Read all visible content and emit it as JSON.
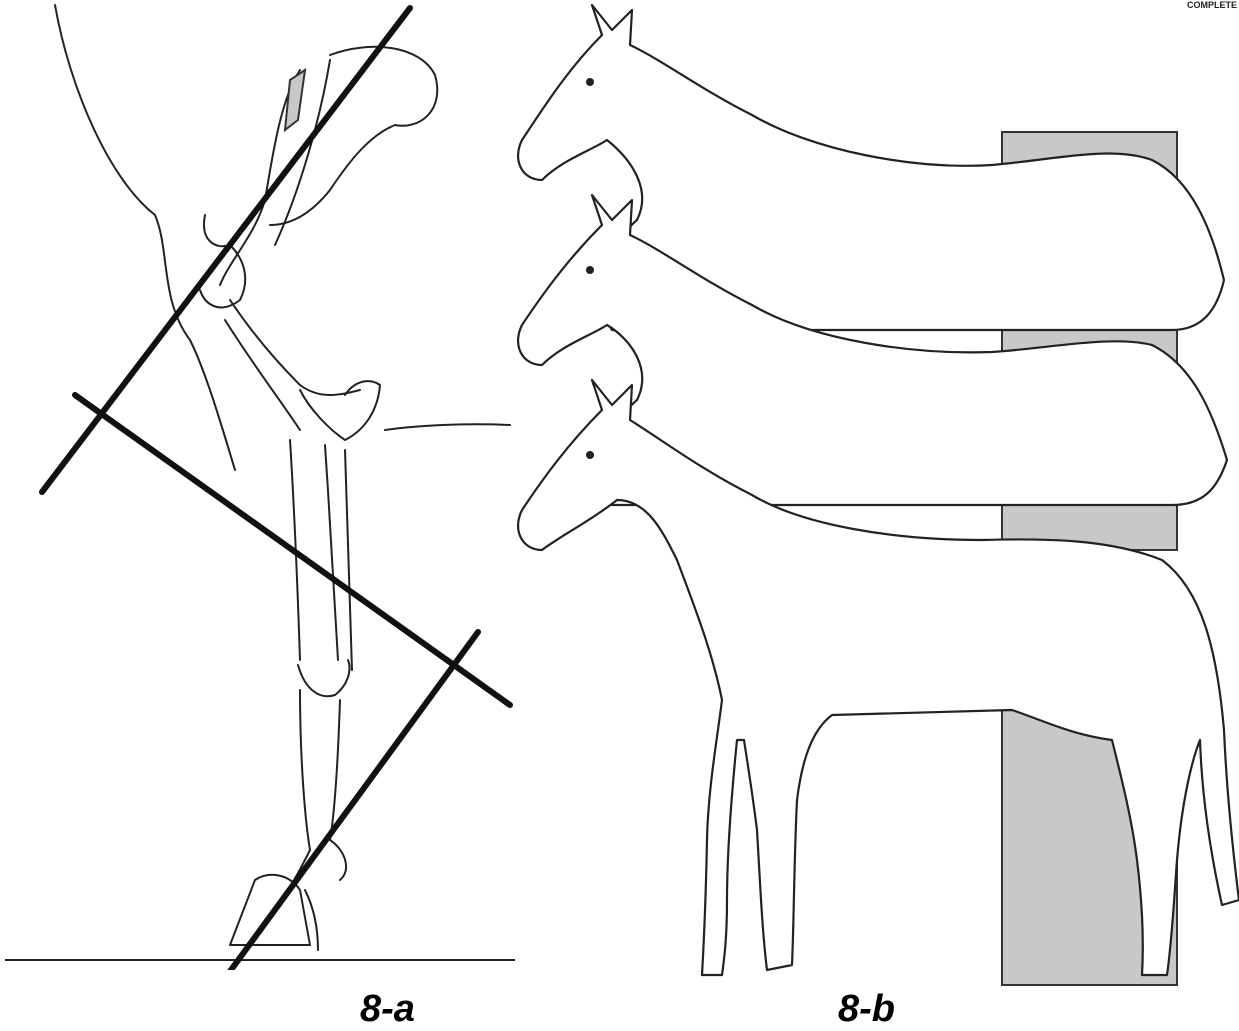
{
  "captions": {
    "a": "8-a",
    "b": "8-b"
  },
  "corner_text": "COMPLETE",
  "colors": {
    "ink": "#222222",
    "shade": "#c8c8c8",
    "background": "#ffffff"
  },
  "figure_a": {
    "subject": "horse hind limb skeleton with alignment axes"
  },
  "figure_b": {
    "subject": "three horses in profile with shaded hindquarter regions"
  }
}
